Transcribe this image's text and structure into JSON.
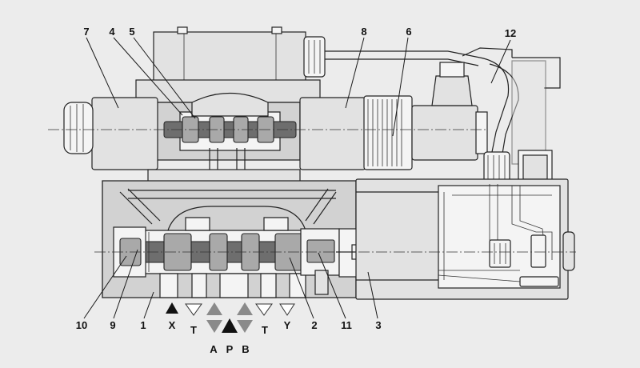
{
  "callouts": {
    "c1": "1",
    "c2": "2",
    "c3": "3",
    "c4": "4",
    "c5": "5",
    "c6": "6",
    "c7": "7",
    "c8": "8",
    "c9": "9",
    "c10": "10",
    "c11": "11",
    "c12": "12"
  },
  "ports": {
    "x": "X",
    "t_left": "T",
    "a": "A",
    "p": "P",
    "b": "B",
    "t_right": "T",
    "y": "Y"
  },
  "colors": {
    "background": "#ececec",
    "valve_body": "#d2d2d2",
    "port_arrow_grey": "#8a8a8a",
    "port_arrow_black": "#111111"
  }
}
